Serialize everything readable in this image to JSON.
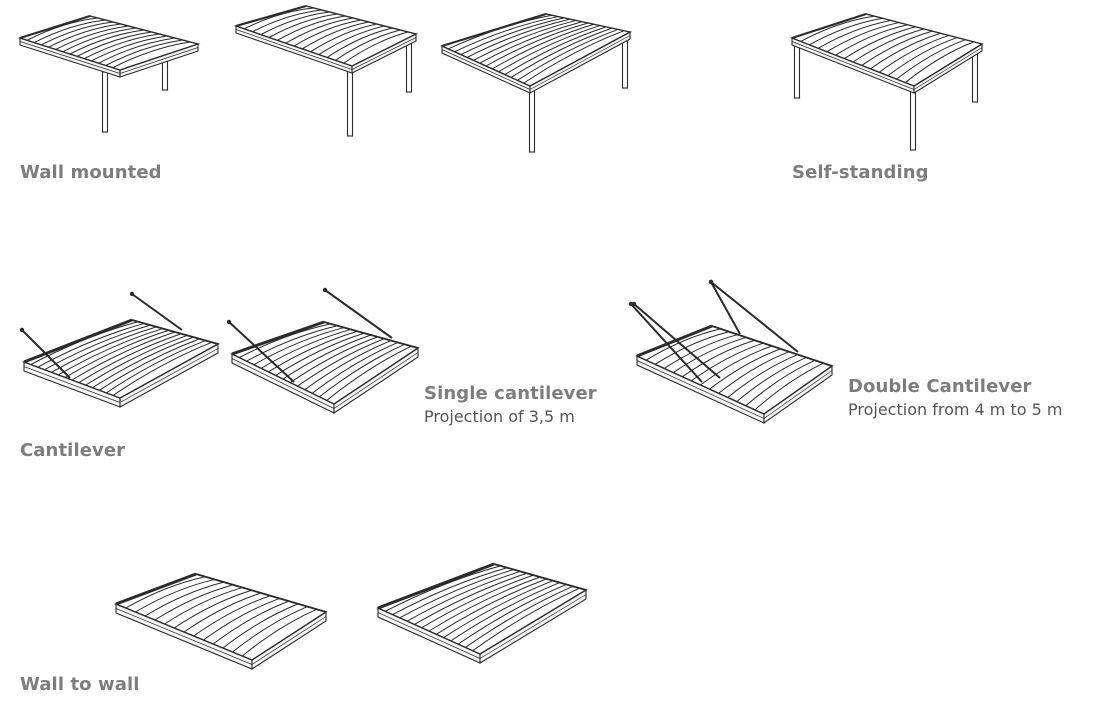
{
  "sections": {
    "wall_mounted": {
      "title": "Wall mounted"
    },
    "self_standing": {
      "title": "Self-standing"
    },
    "cantilever": {
      "title": "Cantilever"
    },
    "single_cantilever": {
      "title": "Single cantilever",
      "subtitle": "Projection of 3,5 m"
    },
    "double_cantilever": {
      "title": "Double Cantilever",
      "subtitle": "Projection from 4 m to 5 m"
    },
    "wall_to_wall": {
      "title": "Wall to wall"
    }
  },
  "colors": {
    "label": "#7d7d7d",
    "sublabel": "#555555",
    "line": "#2b2b2b",
    "frame": "#f4f4f4"
  },
  "icons": [
    "pergola-roof-icon",
    "pergola-post-icon",
    "cantilever-rod-icon"
  ]
}
